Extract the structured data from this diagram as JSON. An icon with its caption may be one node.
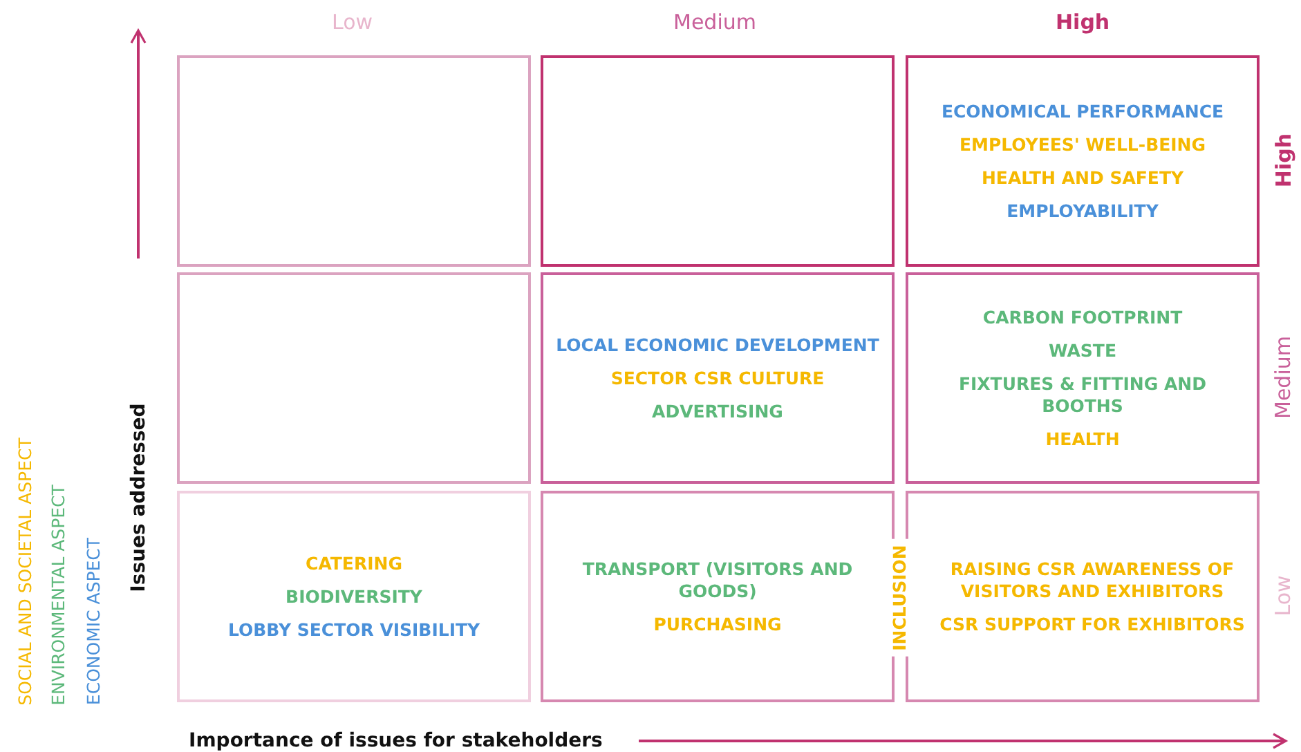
{
  "diagram": {
    "nodes": [
      {
        "text": [],
        "shape": "box"
      },
      {
        "text": [],
        "shape": "box"
      },
      {
        "text": [
          "ECONOMICAL PERFORMANCE",
          "EMPLOYEES' WELL-BEING",
          "HEALTH AND SAFETY",
          "EMPLOYABILITY"
        ]
      },
      {
        "text": [],
        "shape": "box"
      },
      {
        "text": [
          "LOCAL ECONOMIC DEVELOPMENT",
          "SECTOR CSR CULTURE",
          "ADVERTISING"
        ]
      },
      {
        "text": [
          "CARBON FOOTPRINT",
          "WASTE",
          "FIXTURES & FITTING AND BOOTHS",
          "HEALTH"
        ]
      },
      {
        "text": [
          "CATERING",
          "BIODIVERSITY",
          "LOBBY SECTOR VISIBILITY"
        ]
      },
      {
        "text": [
          "TRANSPORT (VISITORS AND GOODS)",
          "PURCHASING"
        ]
      },
      {
        "text": [
          "RAISING CSR AWARENESS OF VISITORS AND EXHIBITORS",
          "CSR SUPPORT FOR EXHIBITORS"
        ]
      }
    ],
    "edges": [],
    "labels": [
      "Low",
      "Medium",
      "High",
      "High",
      "Medium",
      "Low",
      "Issues addressed",
      "INCLUSION",
      "Importance of issues for stakeholders"
    ],
    "legend": [
      {
        "text": "SOCIAL AND SOCIETAL ASPECT",
        "color": "#f5b800"
      },
      {
        "text": "ENVIRONMENTAL ASPECT",
        "color": "#5cb87a"
      },
      {
        "text": "ECONOMIC ASPECT",
        "color": "#4a90d9"
      }
    ]
  }
}
